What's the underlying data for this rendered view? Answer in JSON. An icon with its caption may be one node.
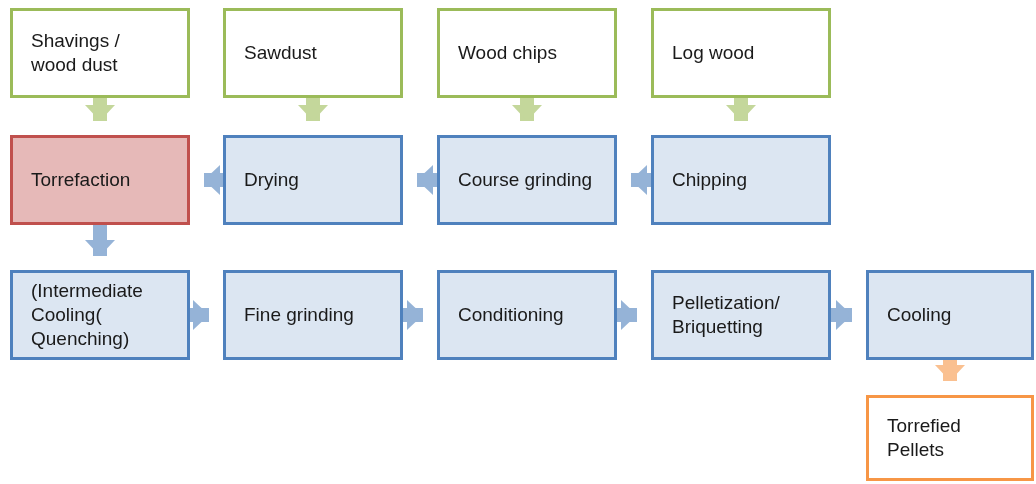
{
  "diagram": {
    "nodes": [
      {
        "text": [
          "Shavings / wood dust"
        ]
      },
      {
        "text": [
          "Sawdust"
        ]
      },
      {
        "text": [
          "Wood chips"
        ]
      },
      {
        "text": [
          "Log wood"
        ]
      },
      {
        "text": [
          "Torrefaction"
        ]
      },
      {
        "text": [
          "Drying"
        ]
      },
      {
        "text": [
          "Course grinding"
        ]
      },
      {
        "text": [
          "Chipping"
        ]
      },
      {
        "text": [
          "(Intermediate Cooling( Quenching)"
        ]
      },
      {
        "text": [
          "Fine grinding"
        ]
      },
      {
        "text": [
          "Conditioning"
        ]
      },
      {
        "text": [
          "Pelletization/ Briquetting"
        ]
      },
      {
        "text": [
          "Cooling"
        ]
      },
      {
        "text": [
          "Torrefied Pellets"
        ]
      }
    ],
    "edges": [
      {
        "from": 0,
        "to": 4,
        "arrow": "to",
        "color": "#c4d79b"
      },
      {
        "from": 1,
        "to": 5,
        "arrow": "to",
        "color": "#c4d79b"
      },
      {
        "from": 2,
        "to": 6,
        "arrow": "to",
        "color": "#c4d79b"
      },
      {
        "from": 3,
        "to": 7,
        "arrow": "to",
        "color": "#c4d79b"
      },
      {
        "from": 7,
        "to": 6,
        "arrow": "to"
      },
      {
        "from": 6,
        "to": 5,
        "arrow": "to"
      },
      {
        "from": 5,
        "to": 4,
        "arrow": "to"
      },
      {
        "from": 4,
        "to": 8,
        "arrow": "to"
      },
      {
        "from": 8,
        "to": 9,
        "arrow": "to"
      },
      {
        "from": 9,
        "to": 10,
        "arrow": "to"
      },
      {
        "from": 10,
        "to": 11,
        "arrow": "to"
      },
      {
        "from": 11,
        "to": 12,
        "arrow": "to"
      },
      {
        "from": 12,
        "to": 13,
        "arrow": "to",
        "color": "#fac090"
      }
    ]
  }
}
